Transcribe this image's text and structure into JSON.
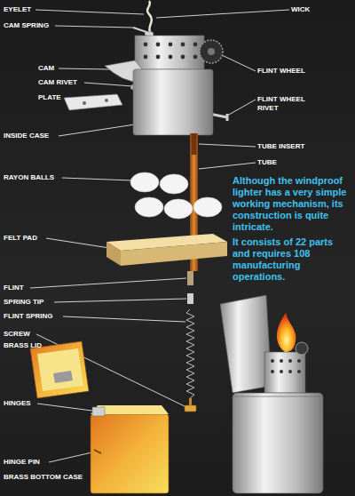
{
  "diagram": {
    "labels": [
      "EYELET",
      "WICK",
      "CAM SPRING",
      "CAM",
      "FLINT WHEEL",
      "CAM RIVET",
      "FLINT WHEEL RIVET",
      "PLATE",
      "INSIDE CASE",
      "TUBE INSERT",
      "TUBE",
      "RAYON BALLS",
      "Although the windproof lighter has a very simple working mechanism, its construction is quite intricate.",
      "It consists of 22 parts and requires 108 manufacturing operations.",
      "FELT PAD",
      "FLINT",
      "SPRING TIP",
      "FLINT SPRING",
      "SCREW",
      "BRASS LID",
      "HINGES",
      "HINGE PIN",
      "BRASS BOTTOM CASE"
    ]
  }
}
